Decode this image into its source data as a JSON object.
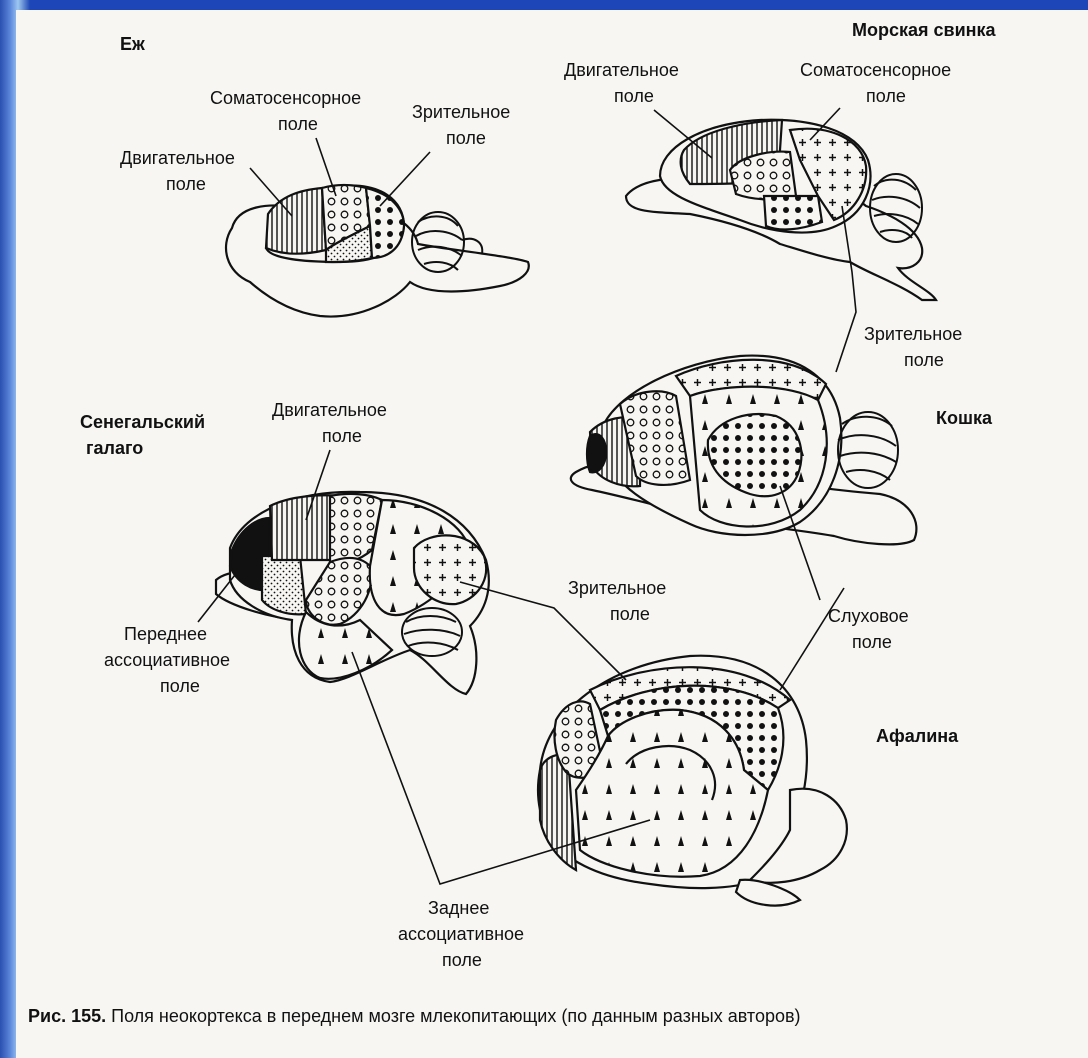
{
  "species": {
    "hedgehog": "Еж",
    "guinea_pig": "Морская свинка",
    "cat": "Кошка",
    "galago": [
      "Сенегальский",
      "галаго"
    ],
    "dolphin": "Афалина"
  },
  "labels": {
    "hedgehog_soma": [
      "Соматосенсорное",
      "поле"
    ],
    "hedgehog_visual": [
      "Зрительное",
      "поле"
    ],
    "hedgehog_motor": [
      "Двигательное",
      "поле"
    ],
    "guinea_motor": [
      "Двигательное",
      "поле"
    ],
    "guinea_soma": [
      "Соматосенсорное",
      "поле"
    ],
    "cat_visual": [
      "Зрительное",
      "поле"
    ],
    "galago_motor": [
      "Двигательное",
      "поле"
    ],
    "anterior_assoc": [
      "Переднее",
      "ассоциативное",
      "поле"
    ],
    "center_visual": [
      "Зрительное",
      "поле"
    ],
    "auditory": [
      "Слуховое",
      "поле"
    ],
    "posterior_assoc": [
      "Заднее",
      "ассоциативное",
      "поле"
    ]
  },
  "caption": {
    "figure_no": "Рис. 155.",
    "text": " Поля неокортекса в переднем мозге млекопитающих (по данным разных авторов)"
  }
}
